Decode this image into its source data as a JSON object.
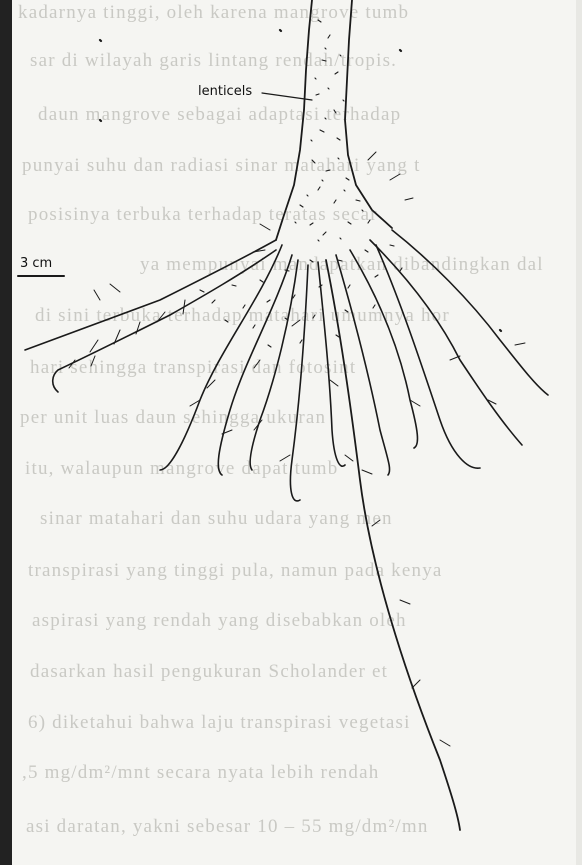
{
  "bleed_through_lines": [
    "kadarnya tinggi, oleh karena mangrove tumb",
    "sar di wilayah garis lintang rendah/tropis.",
    "daun mangrove sebagai adaptasi terhadap",
    "punyai suhu dan radiasi sinar matahari yang t",
    "posisinya terbuka terhadap teratas secar",
    "ya mempunyai mandapatkan dibandingkan dal",
    "di sini terbuka terhadap matahari umumnya hor",
    "hari sehingga transpirasi dan fotosint",
    "per unit luas daun sehingga ukuran",
    "itu, walaupun mangrove dapat tumb",
    "sinar matahari dan suhu udara yang men",
    "transpirasi yang tinggi pula, namun pada kenya",
    "aspirasi yang rendah yang disebabkan oleh",
    "dasarkan hasil pengukuran Scholander et",
    "6) diketahui bahwa laju transpirasi vegetasi",
    ",5 mg/dm²/mnt secara nyata lebih rendah",
    "asi daratan, yakni sebesar 10 – 55 mg/dm²/mn"
  ],
  "figure": {
    "label_lenticels": "lenticels",
    "scale_label": "3 cm"
  }
}
